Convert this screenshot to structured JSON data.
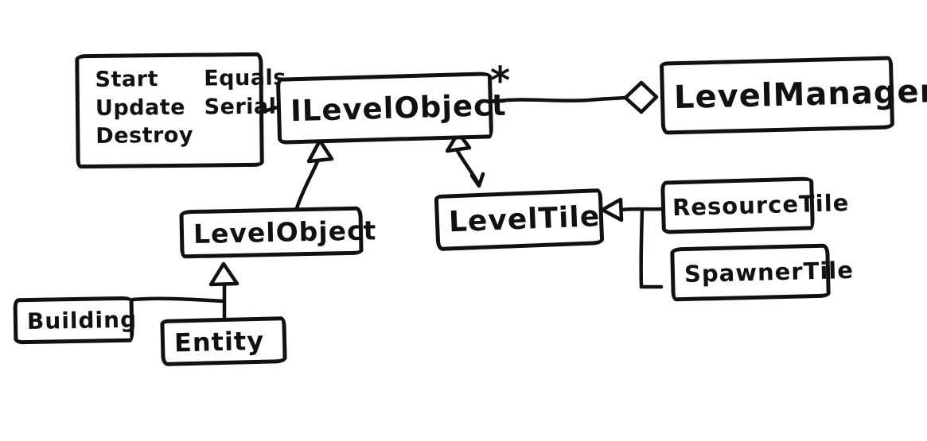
{
  "diagram": {
    "background": "#ffffff",
    "ink_color": "#111111",
    "nodes": {
      "methods_note": {
        "left_column": [
          "Start",
          "Update",
          "Destroy"
        ],
        "right_column": [
          "Equals",
          "Serialize"
        ]
      },
      "ilevelobject": {
        "label": "ILevelObject",
        "multiplicity": "*"
      },
      "levelmanager": {
        "label": "LevelManager"
      },
      "levelobject": {
        "label": "LevelObject"
      },
      "leveltile": {
        "label": "LevelTile"
      },
      "resourcetile": {
        "label": "ResourceTile"
      },
      "spawnertile": {
        "label": "SpawnerTile"
      },
      "building": {
        "label": "Building"
      },
      "entity": {
        "label": "Entity"
      }
    },
    "edges": [
      {
        "from": "methods_note",
        "to": "ILevelObject",
        "type": "attachment"
      },
      {
        "from": "ILevelObject",
        "to": "LevelManager",
        "type": "aggregation",
        "multiplicity": "*"
      },
      {
        "from": "LevelObject",
        "to": "ILevelObject",
        "type": "inheritance"
      },
      {
        "from": "LevelTile",
        "to": "ILevelObject",
        "type": "inheritance"
      },
      {
        "from": "ResourceTile",
        "to": "LevelTile",
        "type": "inheritance"
      },
      {
        "from": "SpawnerTile",
        "to": "LevelTile",
        "type": "inheritance"
      },
      {
        "from": "Building",
        "to": "LevelObject",
        "type": "inheritance"
      },
      {
        "from": "Entity",
        "to": "LevelObject",
        "type": "inheritance"
      }
    ]
  }
}
